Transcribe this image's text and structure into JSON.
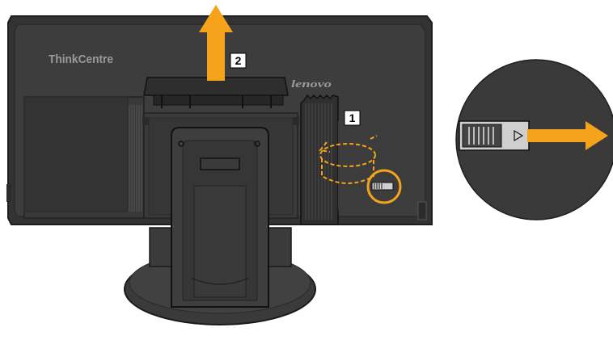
{
  "brand": {
    "name": "ThinkCentre",
    "logo": "lenovo"
  },
  "steps": [
    {
      "label": "1"
    },
    {
      "label": "2"
    }
  ],
  "colors": {
    "body": "#3a3a3a",
    "bodyInner": "#404040",
    "edge": "#222222",
    "line": "#111111",
    "detailLine": "#555555",
    "arrow": "#f5a31b",
    "highlight": "#f5a31b",
    "brandText": "#9a9a9a",
    "badgeBg": "#ffffff",
    "badgeText": "#000000"
  },
  "icons": {
    "up_arrow": "arrow-up-icon",
    "right_arrow": "arrow-right-icon",
    "rotate": "rotate-dashed-icon"
  }
}
